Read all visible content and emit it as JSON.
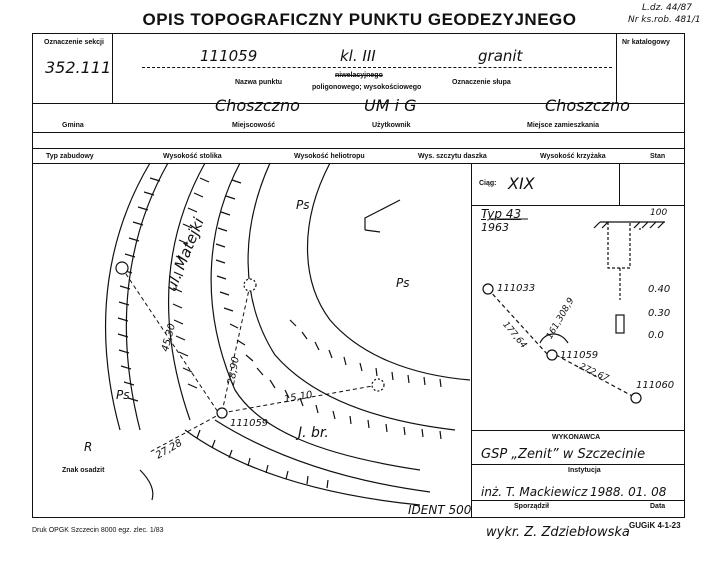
{
  "header": {
    "title": "OPIS TOPOGRAFICZNY PUNKTU GEODEZYJNEGO",
    "ldz": "L.dz. 44/87",
    "nr_ks_rob": "Nr ks.rob. 481/1"
  },
  "row1": {
    "sekcja_label": "Oznaczenie sekcji",
    "sekcja_value": "352.111",
    "nr_punktu": "111059",
    "klasa": "kl. III",
    "slup": "granit",
    "nr_katalogowy_label": "Nr katalogowy",
    "nazwa_punktu_label": "Nazwa punktu",
    "niwelacyjnego": "niwelacyjnego",
    "poligonowego": "poligonowego; wysokościowego",
    "oznaczenie_slupa_label": "Oznaczenie słupa"
  },
  "row2": {
    "gmina": "Choszczno",
    "uzytkownik": "UM i G",
    "miejsce": "Choszczno",
    "gmina_label": "Gmina",
    "miejscowosc_label": "Miejscowość",
    "uzytkownik_label": "Użytkownik",
    "miejsce_label": "Miejsce zamieszkania"
  },
  "row3": {
    "typ": "Typ zabudowy",
    "stolik": "Wysokość stolika",
    "heliotrop": "Wysokość heliotropu",
    "daszek": "Wys. szczytu daszka",
    "krzyzak": "Wysokość krzyżaka",
    "stan": "Stan"
  },
  "map": {
    "street": "ul. Matejki",
    "ps1": "Ps",
    "ps2": "Ps",
    "ps3": "Ps",
    "r": "R",
    "jbr": "J. br.",
    "znak": "Znak osadzit",
    "pt": "111059",
    "d1": "45,30",
    "d2": "28,90",
    "d3": "15,10",
    "d4": "27,28",
    "ident": "IDENT 500"
  },
  "side": {
    "ciag_label": "Ciąg:",
    "ciag": "XIX",
    "typ": "Typ 43",
    "rok": "1963",
    "d100": "100",
    "v040": "0.40",
    "v030": "0.30",
    "v0": "0.0",
    "p1": "111033",
    "p2": "111059",
    "p3": "111060",
    "d1": "177,64",
    "d2": "161,308,9",
    "d3": "272,67"
  },
  "footer": {
    "wykonawca_label": "WYKONAWCA",
    "firma": "GSP „Zenit” w Szczecinie",
    "instytucja_label": "Instytucja",
    "wykonal": "inż. T. Mackiewicz",
    "data": "1988. 01. 08",
    "sporzadzil_label": "Sporządził",
    "data_label": "Data",
    "druk": "Druk OPGK Szczecin 8000 egz. zlec. 1/83",
    "wykr": "wykr. Z. Zdziebłowska",
    "gugik": "GUGiK 4-1-23"
  }
}
